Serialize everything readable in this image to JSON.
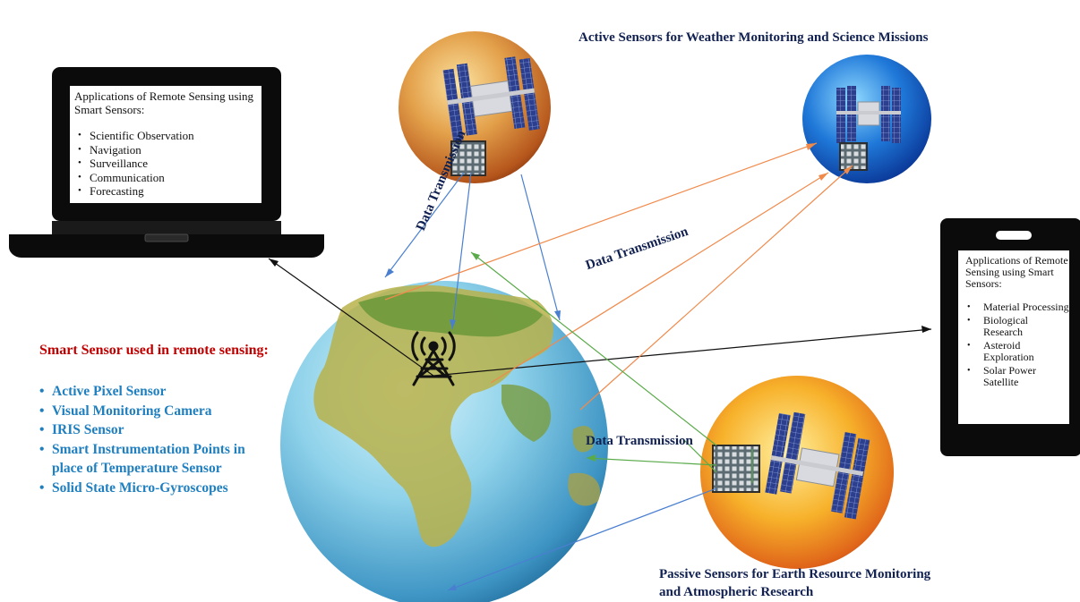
{
  "laptop": {
    "title": "Applications of Remote Sensing using Smart Sensors:",
    "items": [
      "Scientific Observation",
      "Navigation",
      "Surveillance",
      "Communication",
      "Forecasting"
    ]
  },
  "phone": {
    "title": "Applications of Remote Sensing using Smart Sensors:",
    "items": [
      "Material Processing",
      "Biological Research",
      "Asteroid Exploration",
      "Solar Power Satellite"
    ]
  },
  "smart_sensors": {
    "title": "Smart Sensor used in remote sensing:",
    "items": [
      "Active Pixel Sensor",
      "Visual Monitoring Camera",
      "IRIS Sensor",
      "Smart Instrumentation Points in place of Temperature Sensor",
      "Solid State Micro-Gyroscopes"
    ]
  },
  "captions": {
    "active": "Active Sensors for Weather Monitoring and Science Missions",
    "passive": "Passive Sensors for Earth Resource Monitoring and Atmospheric Research"
  },
  "labels": {
    "data_transmission": "Data Transmission"
  },
  "colors": {
    "blue_arrow": "#4a7fd0",
    "orange_arrow": "#f08a4b",
    "green_arrow": "#5aaa4a",
    "black_arrow": "#111111",
    "sensor_title": "#c00000",
    "sensor_items": "#1f7fbf",
    "caption": "#102050"
  }
}
